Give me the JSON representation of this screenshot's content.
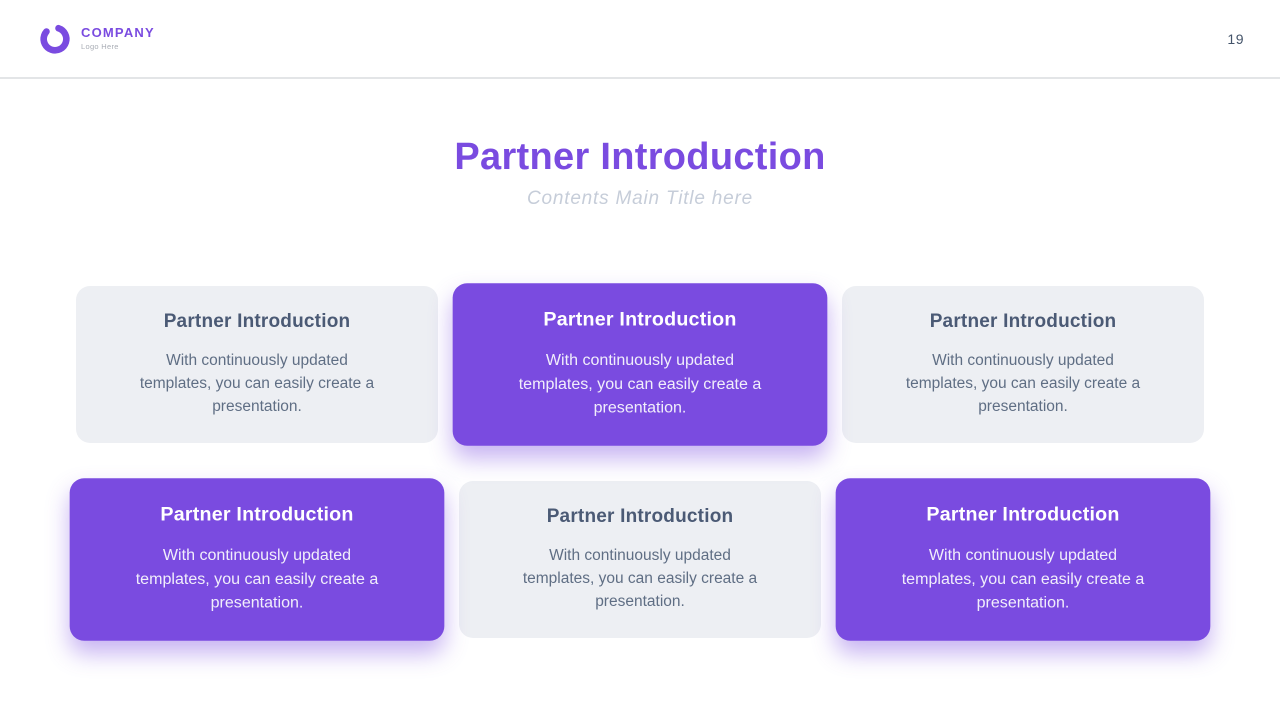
{
  "header": {
    "logo": {
      "name": "COMPANY",
      "tagline": "Logo Here"
    },
    "page_number": "19"
  },
  "title": {
    "main": "Partner Introduction",
    "subtitle": "Contents Main Title here"
  },
  "cards": [
    {
      "variant": "light",
      "heading": "Partner Introduction",
      "body": "With continuously updated templates, you can easily create a presentation."
    },
    {
      "variant": "purple",
      "heading": "Partner Introduction",
      "body": "With continuously updated templates, you can easily create a presentation."
    },
    {
      "variant": "light",
      "heading": "Partner Introduction",
      "body": "With continuously updated templates, you can easily create a presentation."
    },
    {
      "variant": "purple",
      "heading": "Partner Introduction",
      "body": "With continuously updated templates, you can easily create a presentation."
    },
    {
      "variant": "light",
      "heading": "Partner Introduction",
      "body": "With continuously updated templates, you can easily create a presentation."
    },
    {
      "variant": "purple",
      "heading": "Partner Introduction",
      "body": "With continuously updated templates, you can easily create a presentation."
    }
  ],
  "colors": {
    "accent": "#7a4be0",
    "card_light_bg": "#edeff3",
    "card_heading_text": "#4b5a75",
    "card_body_text": "#5f6e84",
    "slate": "#44546a",
    "subtitle_text": "#c6cdd9",
    "divider": "#e3e5e7"
  }
}
